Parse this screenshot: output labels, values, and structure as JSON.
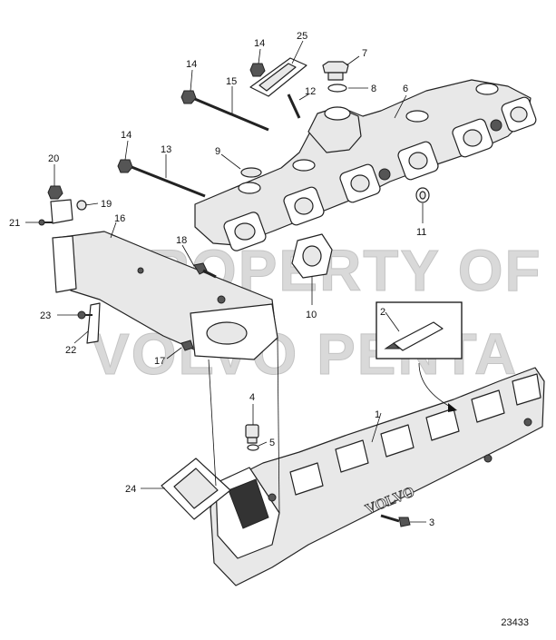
{
  "watermark": {
    "line1": "PROPERTY OF",
    "line2": "VOLVO PENTA"
  },
  "drawing_number": "23433",
  "manifold_marking": "VOLVO",
  "callouts": [
    "1",
    "2",
    "3",
    "4",
    "5",
    "6",
    "7",
    "8",
    "9",
    "10",
    "11",
    "12",
    "13",
    "14",
    "14",
    "14",
    "15",
    "16",
    "17",
    "18",
    "19",
    "20",
    "21",
    "22",
    "23",
    "24",
    "25"
  ]
}
